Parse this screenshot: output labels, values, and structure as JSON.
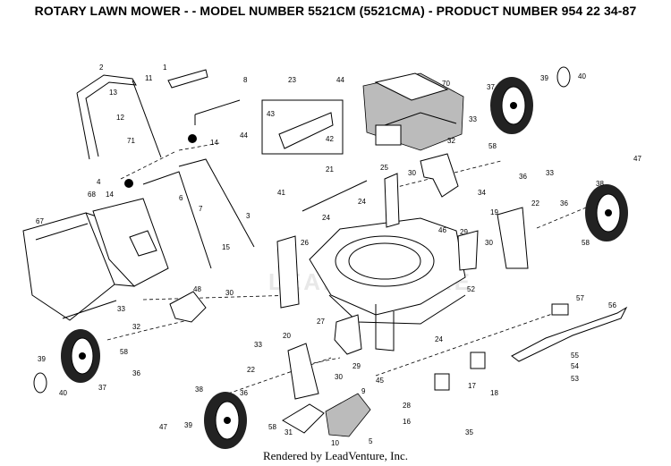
{
  "title": "ROTARY LAWN MOWER - - MODEL NUMBER 5521CM (5521CMA) - PRODUCT NUMBER 954 22 34-87",
  "footer": "Rendered by LeadVenture, Inc.",
  "watermark": "LEADVENTURE",
  "callouts": {
    "c1": "1",
    "c2": "2",
    "c3": "3",
    "c4": "4",
    "c5": "5",
    "c6": "6",
    "c7": "7",
    "c8": "8",
    "c9": "9",
    "c10": "10",
    "c11": "11",
    "c12": "12",
    "c13": "13",
    "c14a": "14",
    "c14b": "14",
    "c15": "15",
    "c16": "16",
    "c17": "17",
    "c18": "18",
    "c19": "19",
    "c20": "20",
    "c21": "21",
    "c22a": "22",
    "c22b": "22",
    "c23": "23",
    "c24a": "24",
    "c24b": "24",
    "c24c": "24",
    "c25": "25",
    "c26": "26",
    "c27": "27",
    "c28": "28",
    "c29a": "29",
    "c29b": "29",
    "c30a": "30",
    "c30b": "30",
    "c30c": "30",
    "c30d": "30",
    "c31": "31",
    "c32a": "32",
    "c32b": "32",
    "c33a": "33",
    "c33b": "33",
    "c33c": "33",
    "c33d": "33",
    "c34": "34",
    "c35": "35",
    "c36a": "36",
    "c36b": "36",
    "c36c": "36",
    "c36d": "36",
    "c37a": "37",
    "c37b": "37",
    "c38a": "38",
    "c38b": "38",
    "c39a": "39",
    "c39b": "39",
    "c39c": "39",
    "c40a": "40",
    "c40b": "40",
    "c41": "41",
    "c42": "42",
    "c43": "43",
    "c44a": "44",
    "c44b": "44",
    "c45": "45",
    "c46": "46",
    "c47a": "47",
    "c47b": "47",
    "c48": "48",
    "c52": "52",
    "c53": "53",
    "c54": "54",
    "c55": "55",
    "c56": "56",
    "c57": "57",
    "c58a": "58",
    "c58b": "58",
    "c58c": "58",
    "c58d": "58",
    "c67": "67",
    "c68": "68",
    "c70": "70",
    "c71": "71"
  }
}
